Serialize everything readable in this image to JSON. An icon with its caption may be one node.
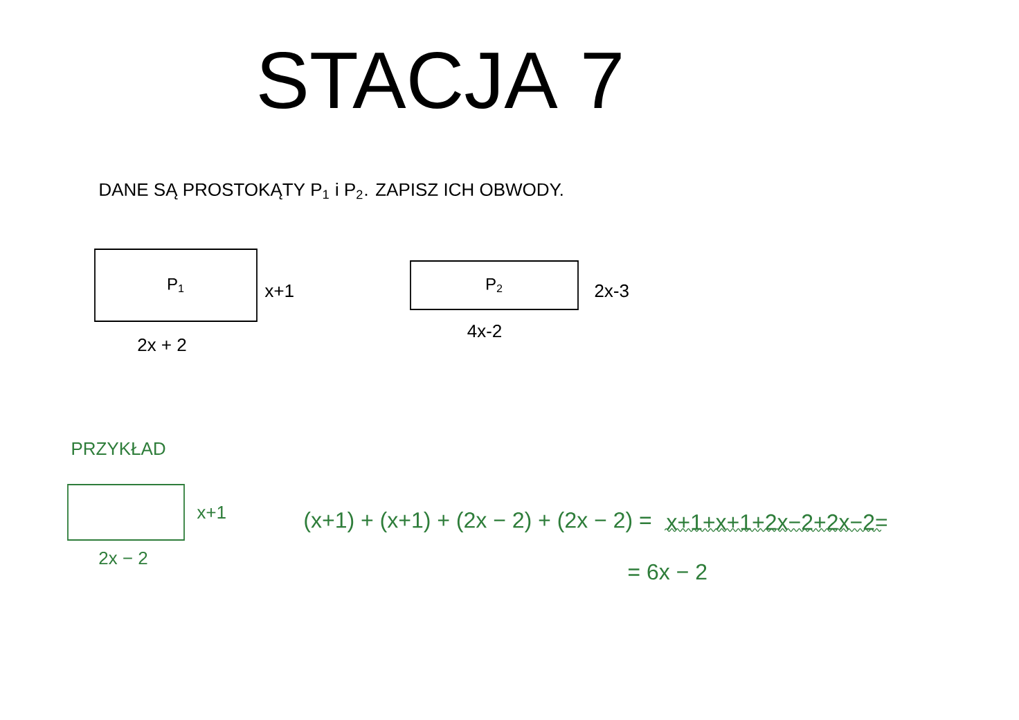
{
  "diagram": {
    "title": "STACJA 7",
    "nodes": [
      {
        "text": [
          "P$_{1}$"
        ],
        "beside": [
          "x+1",
          "2x + 2"
        ]
      },
      {
        "text": [
          "P$_{2}$"
        ],
        "beside": [
          "2x-3",
          "4x-2"
        ]
      },
      {
        "text": [],
        "shape": "box",
        "beside": [
          "x+1",
          "2x − 2"
        ]
      }
    ],
    "labels": [
      "DANE SĄ PROSTOKĄTY P$_{1}$ i P$_{2}$. ZAPISZ ICH OBWODY.",
      "PRZYKŁAD",
      "(x+1) + (x+1) + (2x − 2) + (2x − 2) =",
      "x+1+x+1+2x−2+2x−2=",
      "= 6x − 2"
    ]
  }
}
